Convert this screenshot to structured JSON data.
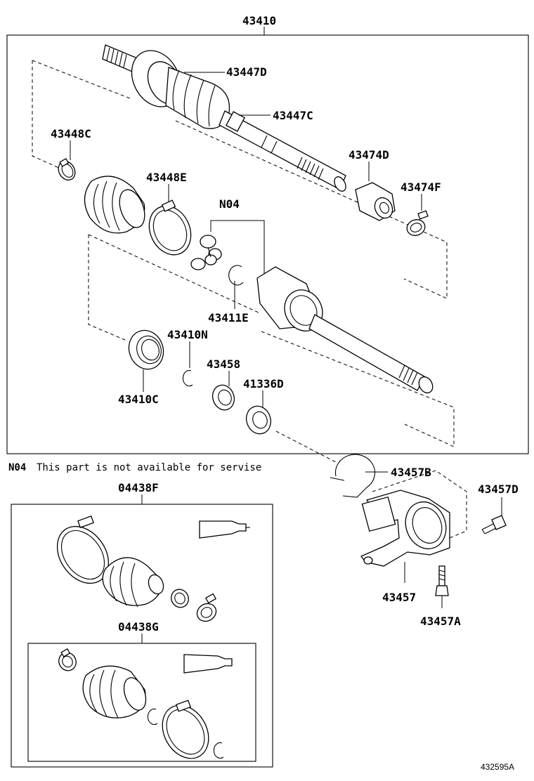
{
  "labels": {
    "assembly": "43410",
    "boot_clamp_d": "43447D",
    "boot_clamp_c": "43447C",
    "clamp_48c": "43448C",
    "clamp_48e": "43448E",
    "damper_74d": "43474D",
    "clamp_74f": "43474F",
    "n04": "N04",
    "snap_ring_11e": "43411E",
    "snap_ring_10n": "43410N",
    "bearing_10c": "43410C",
    "seal_58": "43458",
    "seal_41336d": "41336D",
    "snap_ring_57b": "43457B",
    "bolt_57d": "43457D",
    "bracket_57": "43457",
    "bolt_57a": "43457A",
    "kit_outer": "04438F",
    "kit_inner": "04438G",
    "diagram_id": "432595A"
  },
  "note": {
    "code": "N04",
    "text": "This part is not available for servise"
  },
  "icons": [
    "drive-shaft",
    "boot",
    "clamp",
    "tripod-joint",
    "snap-ring",
    "bearing",
    "oil-seal",
    "bracket",
    "bolt",
    "grease-tube"
  ]
}
